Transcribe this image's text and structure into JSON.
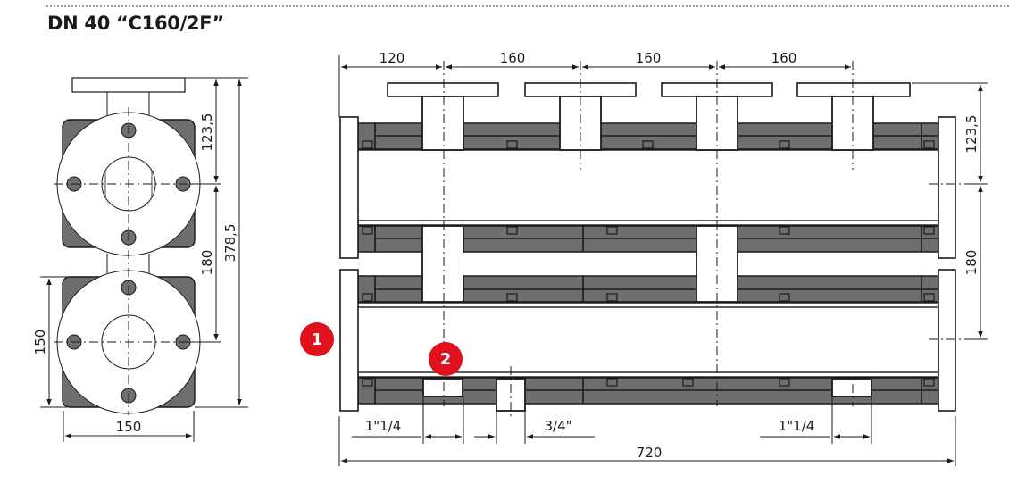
{
  "title": "DN 40 “C160/2F”",
  "colors": {
    "insulation_fill": "#6e6e6e",
    "outline": "#1a1a1a",
    "badge_red": "#e0101d",
    "background": "#ffffff"
  },
  "side_view": {
    "dimensions": {
      "top_to_upper_axis": "123,5",
      "axis_spacing": "180",
      "overall_height": "378,5",
      "body_height": "150",
      "body_width": "150"
    }
  },
  "front_view": {
    "top_dimensions": [
      "120",
      "160",
      "160",
      "160"
    ],
    "right_dimensions": {
      "top_to_upper_axis": "123,5",
      "axis_spacing": "180"
    },
    "bottom_dimensions": {
      "left_connection": "1\"1/4",
      "middle_connection": "3/4\"",
      "right_connection": "1\"1/4",
      "overall_length": "720"
    },
    "callouts": [
      {
        "label": "1"
      },
      {
        "label": "2"
      }
    ]
  }
}
